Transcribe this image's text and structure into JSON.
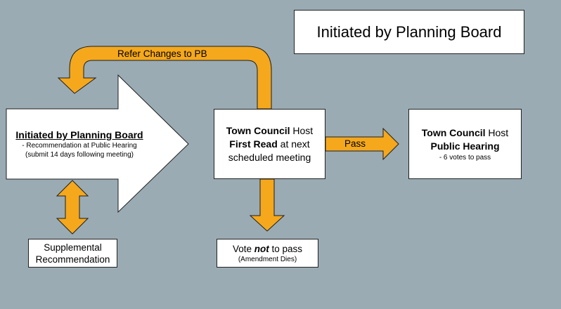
{
  "title": "Initiated by Planning Board",
  "colors": {
    "background": "#9aabb3",
    "arrow_fill": "#f5a81c",
    "arrow_stroke": "#1e1e1e",
    "box_fill": "#ffffff"
  },
  "initiator": {
    "title": "Initiated by Planning Board",
    "line1": "- Recommendation at Public Hearing",
    "line2": "(submit 14 days following meeting)"
  },
  "first_read": {
    "line1_bold": "Town Council",
    "line1_rest": " Host",
    "line2_bold": "First Read",
    "line2_rest": " at next",
    "line3": "scheduled meeting"
  },
  "public_hearing": {
    "line1_bold": "Town Council",
    "line1_rest": " Host",
    "line2_bold": "Public Hearing",
    "line3": "- 6 votes to pass"
  },
  "supplemental": {
    "line1": "Supplemental",
    "line2": "Recommendation"
  },
  "vote": {
    "pre": "Vote ",
    "emph": "not",
    "post": " to pass",
    "line2": "(Amendment Dies)"
  },
  "labels": {
    "refer": "Refer Changes to PB",
    "pass": "Pass"
  }
}
